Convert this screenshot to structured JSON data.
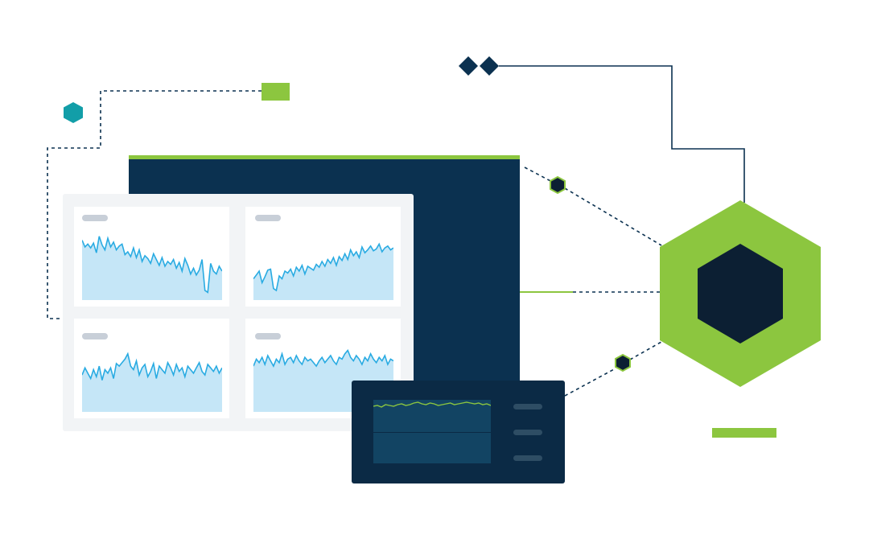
{
  "colors": {
    "navy": "#0b3150",
    "dark_navy": "#0c1f33",
    "lime": "#8cc63f",
    "teal": "#129ea8",
    "sky_line": "#29abe2",
    "sky_fill": "#c5e6f7",
    "light_panel": "#f2f4f6",
    "pill_gray": "#c8cfd8"
  },
  "icons": {
    "hexagon_main": "hexagon-icon",
    "diamonds": "diamond-icon",
    "small_hex": "hexagon-icon"
  },
  "dashboard": {
    "charts": [
      {
        "name": "chart-top-left",
        "values": [
          62,
          55,
          58,
          54,
          59,
          49,
          66,
          57,
          52,
          64,
          55,
          60,
          52,
          56,
          58,
          47,
          50,
          45,
          54,
          44,
          52,
          40,
          46,
          43,
          38,
          48,
          42,
          36,
          44,
          35,
          40,
          37,
          42,
          33,
          39,
          30,
          43,
          36,
          27,
          33,
          26,
          31,
          42,
          10,
          8,
          38,
          30,
          27,
          35,
          30
        ]
      },
      {
        "name": "chart-top-right",
        "values": [
          22,
          26,
          30,
          18,
          24,
          31,
          32,
          12,
          10,
          25,
          22,
          30,
          28,
          32,
          25,
          34,
          30,
          36,
          27,
          35,
          33,
          31,
          37,
          34,
          40,
          35,
          42,
          38,
          44,
          36,
          45,
          41,
          48,
          42,
          52,
          46,
          50,
          44,
          55,
          49,
          52,
          56,
          51,
          53,
          58,
          50,
          54,
          56,
          52,
          54
        ]
      },
      {
        "name": "chart-bottom-left",
        "values": [
          42,
          50,
          44,
          38,
          48,
          40,
          52,
          36,
          48,
          44,
          50,
          38,
          55,
          52,
          56,
          60,
          66,
          52,
          48,
          58,
          42,
          50,
          54,
          40,
          46,
          55,
          38,
          52,
          48,
          44,
          56,
          50,
          42,
          54,
          46,
          50,
          40,
          52,
          48,
          44,
          50,
          56,
          46,
          42,
          54,
          50,
          46,
          52,
          44,
          50
        ]
      },
      {
        "name": "chart-bottom-right",
        "values": [
          52,
          60,
          56,
          62,
          54,
          64,
          58,
          52,
          60,
          56,
          66,
          54,
          60,
          62,
          56,
          64,
          58,
          54,
          62,
          58,
          60,
          56,
          52,
          58,
          62,
          56,
          60,
          64,
          58,
          54,
          62,
          60,
          66,
          70,
          62,
          58,
          64,
          60,
          54,
          62,
          58,
          66,
          60,
          56,
          62,
          58,
          64,
          54,
          60,
          58
        ]
      }
    ],
    "monitor_line": [
      8,
      7,
      9,
      6,
      7,
      8,
      6,
      5,
      7,
      6,
      4,
      3,
      5,
      6,
      4,
      5,
      7,
      6,
      5,
      4,
      6,
      5,
      4,
      3,
      4,
      5,
      4,
      6,
      5,
      7
    ]
  }
}
